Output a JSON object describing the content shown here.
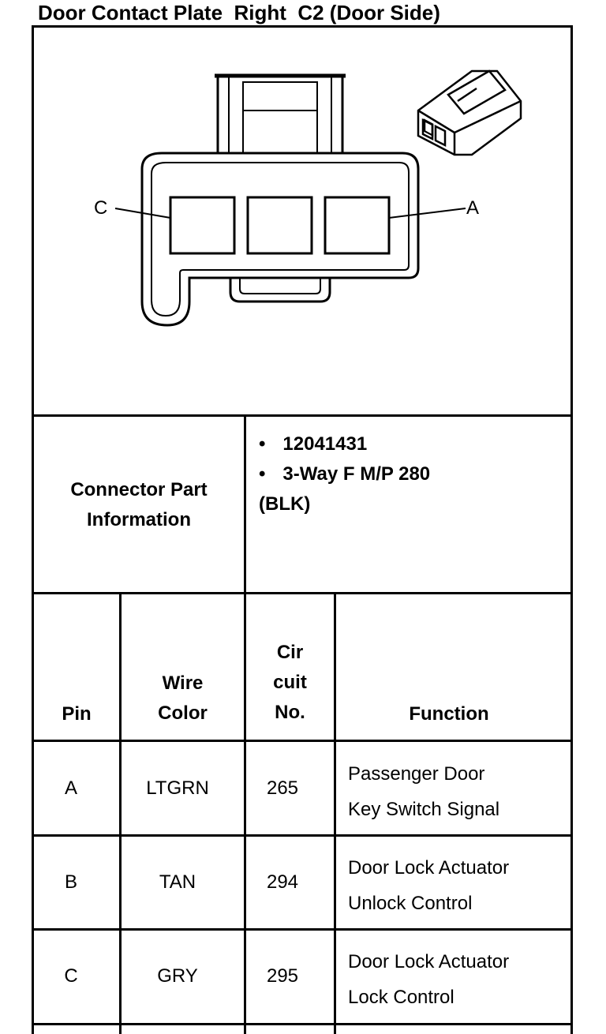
{
  "title": "Door Contact Plate  Right  C2 (Door Side)",
  "connector": {
    "pin_labels": {
      "left": "C",
      "right": "A"
    }
  },
  "part_info": {
    "label_line1": "Connector Part",
    "label_line2": "Information",
    "items": [
      "12041431",
      "3-Way F M/P 280"
    ],
    "color_note": "(BLK)"
  },
  "table": {
    "headers": {
      "pin": "Pin",
      "wire_color_1": "Wire",
      "wire_color_2": "Color",
      "circuit_1": "Cir",
      "circuit_2": "cuit",
      "circuit_3": "No.",
      "function": "Function"
    },
    "rows": [
      {
        "pin": "A",
        "wire_color": "LTGRN",
        "circuit": "265",
        "function_1": "Passenger Door",
        "function_2": "Key Switch Signal"
      },
      {
        "pin": "B",
        "wire_color": "TAN",
        "circuit": "294",
        "function_1": "Door Lock Actuator",
        "function_2": "Unlock Control"
      },
      {
        "pin": "C",
        "wire_color": "GRY",
        "circuit": "295",
        "function_1": "Door Lock Actuator",
        "function_2": "Lock Control"
      }
    ]
  }
}
